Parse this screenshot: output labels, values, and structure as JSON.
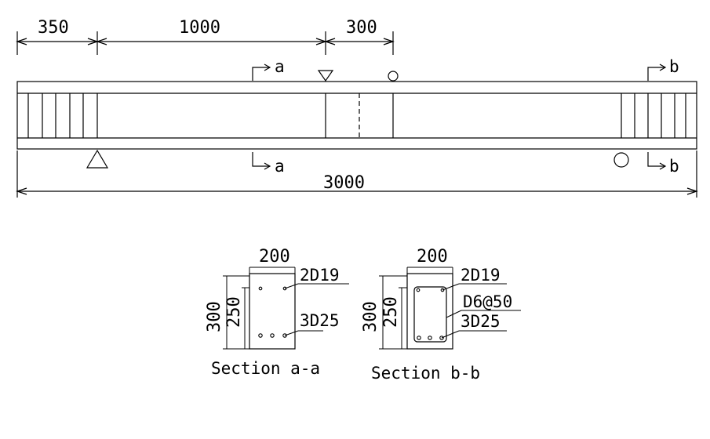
{
  "beam": {
    "dimensions": {
      "support_to_end": "350",
      "shear_span": "1000",
      "load_spacing": "300",
      "total_length": "3000"
    },
    "section_marks": {
      "a": "a",
      "b": "b"
    }
  },
  "section_aa": {
    "width": "200",
    "height": "300",
    "effective_depth": "250",
    "top_bars": "2D19",
    "bottom_bars": "3D25",
    "caption": "Section a-a"
  },
  "section_bb": {
    "width": "200",
    "height": "300",
    "effective_depth": "250",
    "top_bars": "2D19",
    "stirrups": "D6@50",
    "bottom_bars": "3D25",
    "caption": "Section b-b"
  }
}
